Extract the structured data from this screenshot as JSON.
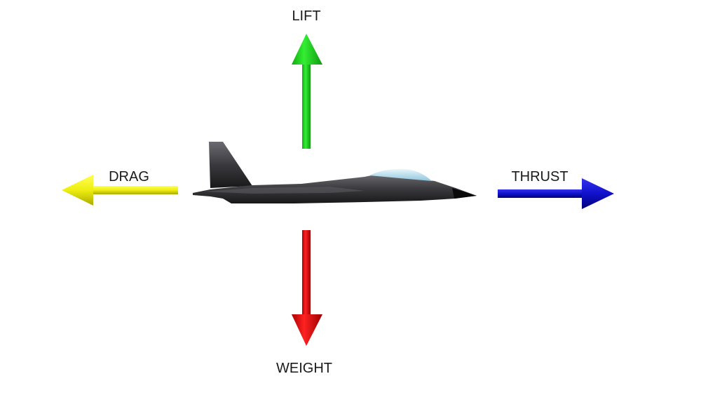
{
  "labels": {
    "lift": "LIFT",
    "drag": "DRAG",
    "thrust": "THRUST",
    "weight": "WEIGHT"
  },
  "colors": {
    "lift": "#22dd22",
    "drag": "#eeee11",
    "thrust": "#1111cc",
    "weight": "#ee1111",
    "aircraft": "#3a3a3e",
    "canopy": "#bfe3f2"
  },
  "icons": {
    "aircraft": "fighter-jet-side-view"
  }
}
